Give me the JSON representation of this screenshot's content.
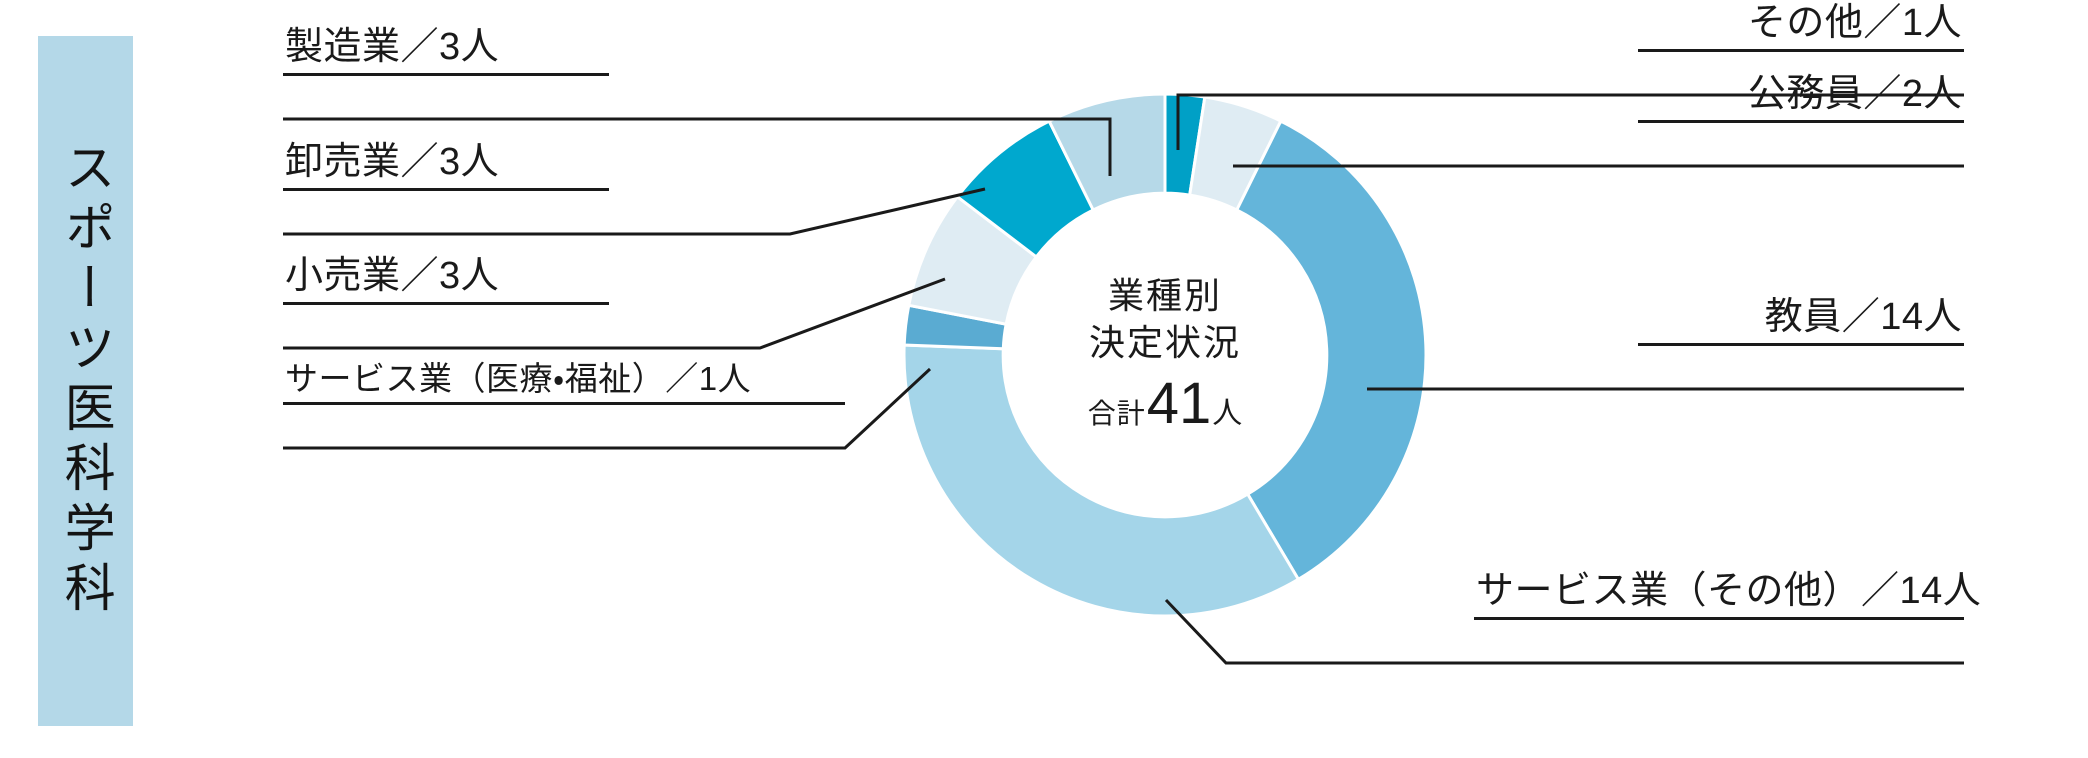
{
  "department": {
    "name": "スポーツ医科学科",
    "banner_color": "#b4d8e8"
  },
  "center": {
    "line1": "業種別",
    "line2": "決定状況",
    "total_prefix": "合計",
    "total_value": "41",
    "total_suffix": "人"
  },
  "labels": {
    "manufacturing": "製造業／3人",
    "wholesale": "卸売業／3人",
    "retail": "小売業／3人",
    "service_medical": "サービス業（医療・福祉）／1人",
    "other": "その他／1人",
    "public_servant": "公務員／2人",
    "teacher": "教員／14人",
    "service_other": "サービス業（その他）／14人"
  },
  "chart_data": {
    "type": "pie",
    "title": "業種別決定状況",
    "subtitle": "合計41人",
    "total": 41,
    "unit": "人",
    "donut": true,
    "inner_radius_ratio": 0.62,
    "start_angle_deg": 0,
    "direction": "clockwise",
    "categories": [
      "その他",
      "公務員",
      "教員",
      "サービス業（その他）",
      "サービス業（医療・福祉）",
      "小売業",
      "卸売業",
      "製造業"
    ],
    "values": [
      1,
      2,
      14,
      14,
      1,
      3,
      3,
      3
    ],
    "colors": [
      "#00a0c6",
      "#dfecf3",
      "#64b5da",
      "#a4d5e9",
      "#5aabd2",
      "#dfecf3",
      "#00a8ce",
      "#b6d9e8"
    ],
    "labels": [
      "その他／1人",
      "公務員／2人",
      "教員／14人",
      "サービス業（その他）／14人",
      "サービス業（医療・福祉）／1人",
      "小売業／3人",
      "卸売業／3人",
      "製造業／3人"
    ],
    "legend": "none",
    "grid": false
  }
}
